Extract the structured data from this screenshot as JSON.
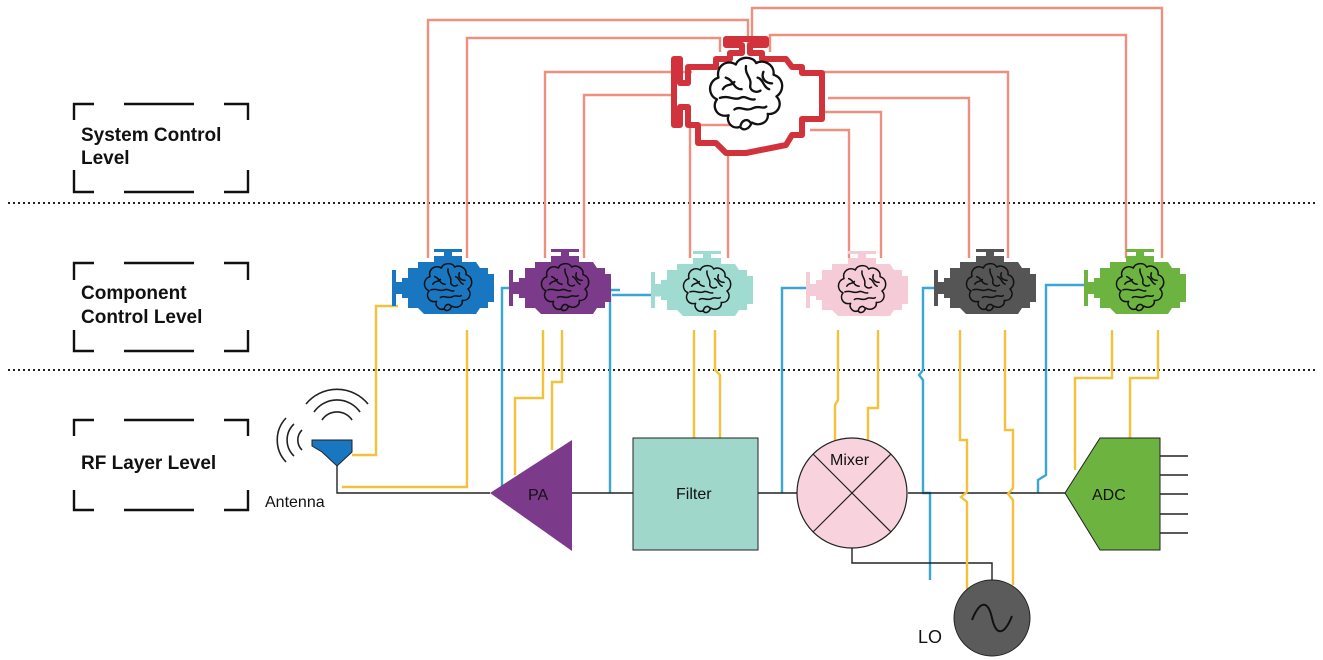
{
  "levels": {
    "system": [
      "System Control",
      "Level"
    ],
    "component": [
      "Component",
      "Control Level"
    ],
    "rf": [
      "RF Layer Level"
    ]
  },
  "rf_blocks": {
    "antenna": "Antenna",
    "pa": "PA",
    "filter": "Filter",
    "mixer": "Mixer",
    "adc": "ADC",
    "lo": "LO"
  },
  "colors": {
    "system_controller": "#d1323c",
    "control_links": "#ef8f7f",
    "yellow_links": "#f4c13c",
    "blue_links": "#3aa6d6",
    "antenna_ctrl": "#1976c0",
    "pa_ctrl": "#7b3a8a",
    "filter_ctrl": "#9fdbd0",
    "mixer_ctrl": "#f6cbd8",
    "lo_ctrl": "#555555",
    "adc_ctrl": "#6db33f",
    "pa": "#7b3a8a",
    "filter": "#9fd8cb",
    "mixer": "#f8d3dd",
    "adc": "#6db33f",
    "lo": "#5b5b5b"
  },
  "component_controllers": [
    {
      "name": "antenna-controller",
      "color": "#1976c0"
    },
    {
      "name": "pa-controller",
      "color": "#7b3a8a"
    },
    {
      "name": "filter-controller",
      "color": "#9fdbd0"
    },
    {
      "name": "mixer-controller",
      "color": "#f6cbd8"
    },
    {
      "name": "lo-controller",
      "color": "#555555"
    },
    {
      "name": "adc-controller",
      "color": "#6db33f"
    }
  ]
}
